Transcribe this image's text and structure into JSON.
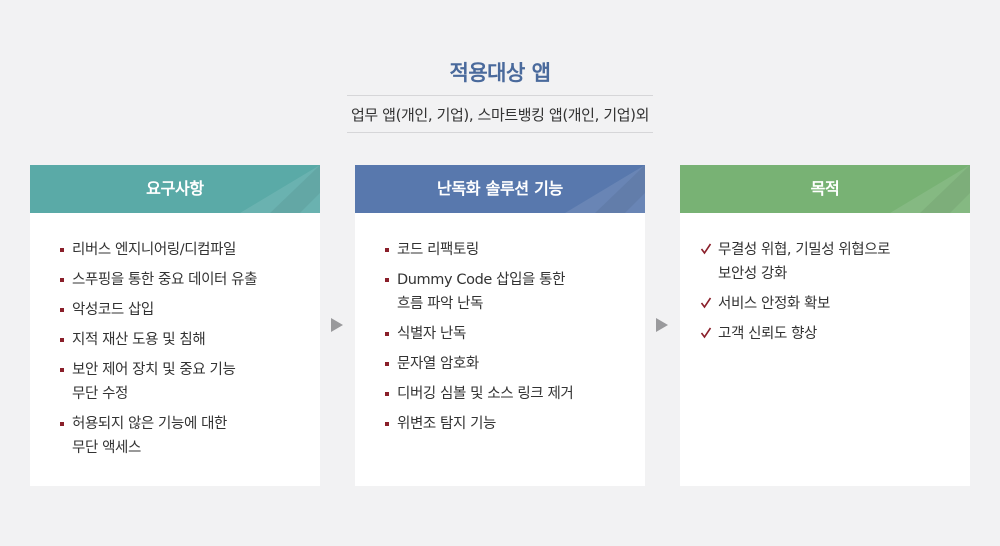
{
  "header": {
    "title": "적용대상 앱",
    "subtitle": "업무 앱(개인, 기업), 스마트뱅킹 앱(개인, 기업)외"
  },
  "colors": {
    "title": "#4a6a9c",
    "requirements_header": "#5aaaa7",
    "solution_header": "#5878ad",
    "purpose_header": "#78b274",
    "bullet": "#8a1f2a",
    "check": "#8a1f2a"
  },
  "requirements": {
    "title": "요구사항",
    "items": [
      "리버스 엔지니어링/디컴파일",
      "스푸핑을 통한 중요 데이터 유출",
      "악성코드 삽입",
      "지적 재산 도용 및 침해",
      [
        "보안 제어 장치 및 중요 기능",
        "무단 수정"
      ],
      [
        "허용되지 않은 기능에 대한",
        "무단 액세스"
      ]
    ]
  },
  "solution": {
    "title": "난독화 솔루션 기능",
    "items": [
      "코드 리팩토링",
      [
        "Dummy Code 삽입을 통한",
        "흐름 파악 난독"
      ],
      "식별자 난독",
      "문자열 암호화",
      "디버깅 심볼 및 소스 링크 제거",
      "위변조 탐지 기능"
    ]
  },
  "purpose": {
    "title": "목적",
    "items": [
      [
        "무결성 위협, 기밀성 위협으로",
        "보안성 강화"
      ],
      "서비스 안정화 확보",
      "고객 신뢰도 향상"
    ]
  },
  "icons": {
    "bullet": "square-bullet-icon",
    "check": "check-icon",
    "arrow": "arrow-right-icon"
  }
}
